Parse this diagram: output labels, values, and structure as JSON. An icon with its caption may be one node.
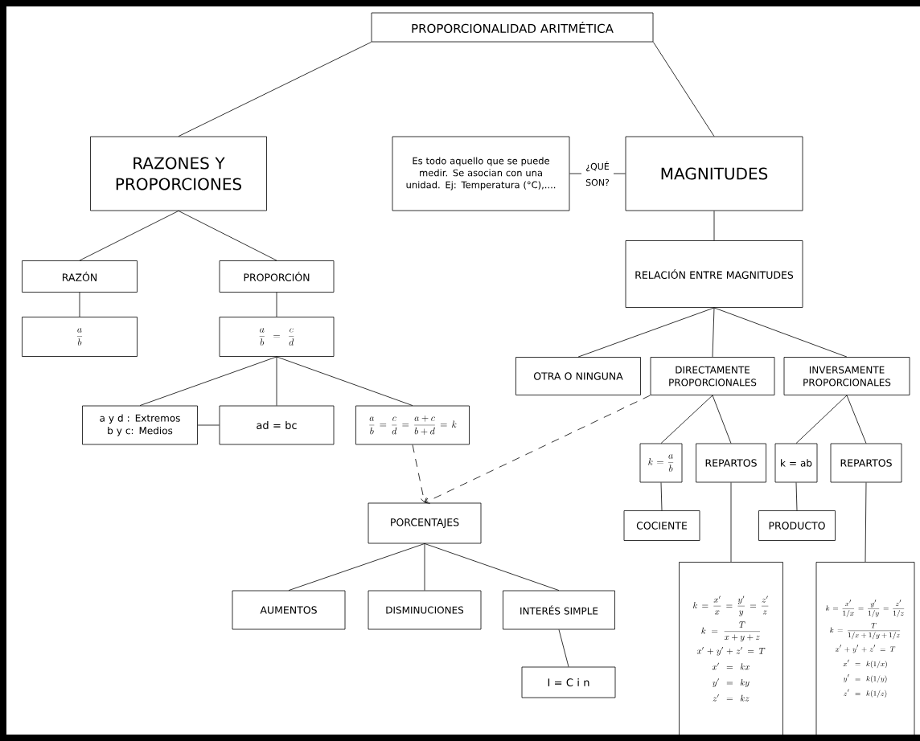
{
  "diagram": {
    "nodes": [
      {
        "text": [
          "PROPORCIONALIDAD ARITMÉTICA"
        ]
      },
      {
        "text": [
          "RAZONES Y PROPORCIONES"
        ]
      },
      {
        "text": [
          "Es todo aquello que se puede medir. Se asocian con una unidad. Ej: Temperatura (°C),...."
        ]
      },
      {
        "text": [
          "MAGNITUDES"
        ]
      },
      {
        "text": [
          "RELACIÓN ENTRE MAGNITUDES"
        ]
      },
      {
        "text": [
          "RAZÓN"
        ]
      },
      {
        "text": [
          "PROPORCIÓN"
        ]
      },
      {
        "text": [
          "\\frac{a}{b}"
        ]
      },
      {
        "text": [
          "\\frac{a}{b}=\\frac{c}{d}"
        ]
      },
      {
        "text": [
          "OTRA O NINGUNA"
        ]
      },
      {
        "text": [
          "DIRECTAMENTE PROPORCIONALES"
        ]
      },
      {
        "text": [
          "INVERSAMENTE PROPORCIONALES"
        ]
      },
      {
        "text": [
          "a y d : Extremos b y c: Medios"
        ]
      },
      {
        "text": [
          "ad = bc"
        ]
      },
      {
        "text": [
          "\\frac{a}{b}=\\frac{c}{d}=\\frac{a+c}{b+d}=k"
        ]
      },
      {
        "text": [
          "k=\\frac{a}{b}"
        ]
      },
      {
        "text": [
          "REPARTOS"
        ]
      },
      {
        "text": [
          "k = ab"
        ]
      },
      {
        "text": [
          "REPARTOS"
        ]
      },
      {
        "text": [
          "PORCENTAJES"
        ]
      },
      {
        "text": [
          "COCIENTE"
        ]
      },
      {
        "text": [
          "PRODUCTO"
        ]
      },
      {
        "text": [
          "AUMENTOS"
        ]
      },
      {
        "text": [
          "DISMINUCIONES"
        ]
      },
      {
        "text": [
          "INTERÉS SIMPLE"
        ]
      },
      {
        "text": [
          "I = C i n"
        ]
      },
      {
        "text": [
          "k=\\frac{x'}{x}=\\frac{y'}{y}=\\frac{z'}{z}",
          "k=\\frac{T}{x+y+z}",
          "x'+y'+z'=T",
          "x'=kx",
          "y'=ky",
          "z'=kz"
        ]
      },
      {
        "text": [
          "k=\\frac{x'}{1/x}=\\frac{y'}{1/y}=\\frac{z'}{1/z}",
          "k=\\frac{T}{1/x+1/y+1/z}",
          "x'+y'+z'=T",
          "x'=k(1/x)",
          "y'=k(1/y)",
          "z'=k(1/z)"
        ]
      }
    ],
    "edges": [
      {
        "from": 0,
        "to": 1,
        "arrow": "none"
      },
      {
        "from": 0,
        "to": 3,
        "arrow": "none"
      },
      {
        "from": 2,
        "to": 3,
        "arrow": "none",
        "label": "¿QUÉ SON?"
      },
      {
        "from": 1,
        "to": 5,
        "arrow": "none"
      },
      {
        "from": 1,
        "to": 6,
        "arrow": "none"
      },
      {
        "from": 3,
        "to": 4,
        "arrow": "none"
      },
      {
        "from": 5,
        "to": 7,
        "arrow": "none"
      },
      {
        "from": 6,
        "to": 8,
        "arrow": "none"
      },
      {
        "from": 4,
        "to": 9,
        "arrow": "none"
      },
      {
        "from": 4,
        "to": 10,
        "arrow": "none"
      },
      {
        "from": 4,
        "to": 11,
        "arrow": "none"
      },
      {
        "from": 8,
        "to": 12,
        "arrow": "none"
      },
      {
        "from": 8,
        "to": 13,
        "arrow": "none"
      },
      {
        "from": 8,
        "to": 14,
        "arrow": "none"
      },
      {
        "from": 12,
        "to": 13,
        "arrow": "none"
      },
      {
        "from": 10,
        "to": 15,
        "arrow": "none"
      },
      {
        "from": 10,
        "to": 16,
        "arrow": "none"
      },
      {
        "from": 11,
        "to": 17,
        "arrow": "none"
      },
      {
        "from": 11,
        "to": 18,
        "arrow": "none"
      },
      {
        "from": 14,
        "to": 19,
        "arrow": "to",
        "style": "dashed"
      },
      {
        "from": 10,
        "to": 19,
        "arrow": "to",
        "style": "dashed"
      },
      {
        "from": 15,
        "to": 20,
        "arrow": "none"
      },
      {
        "from": 17,
        "to": 21,
        "arrow": "none"
      },
      {
        "from": 16,
        "to": 26,
        "arrow": "none"
      },
      {
        "from": 18,
        "to": 27,
        "arrow": "none"
      },
      {
        "from": 19,
        "to": 22,
        "arrow": "none"
      },
      {
        "from": 19,
        "to": 23,
        "arrow": "none"
      },
      {
        "from": 19,
        "to": 24,
        "arrow": "none"
      },
      {
        "from": 24,
        "to": 25,
        "arrow": "none"
      }
    ]
  }
}
